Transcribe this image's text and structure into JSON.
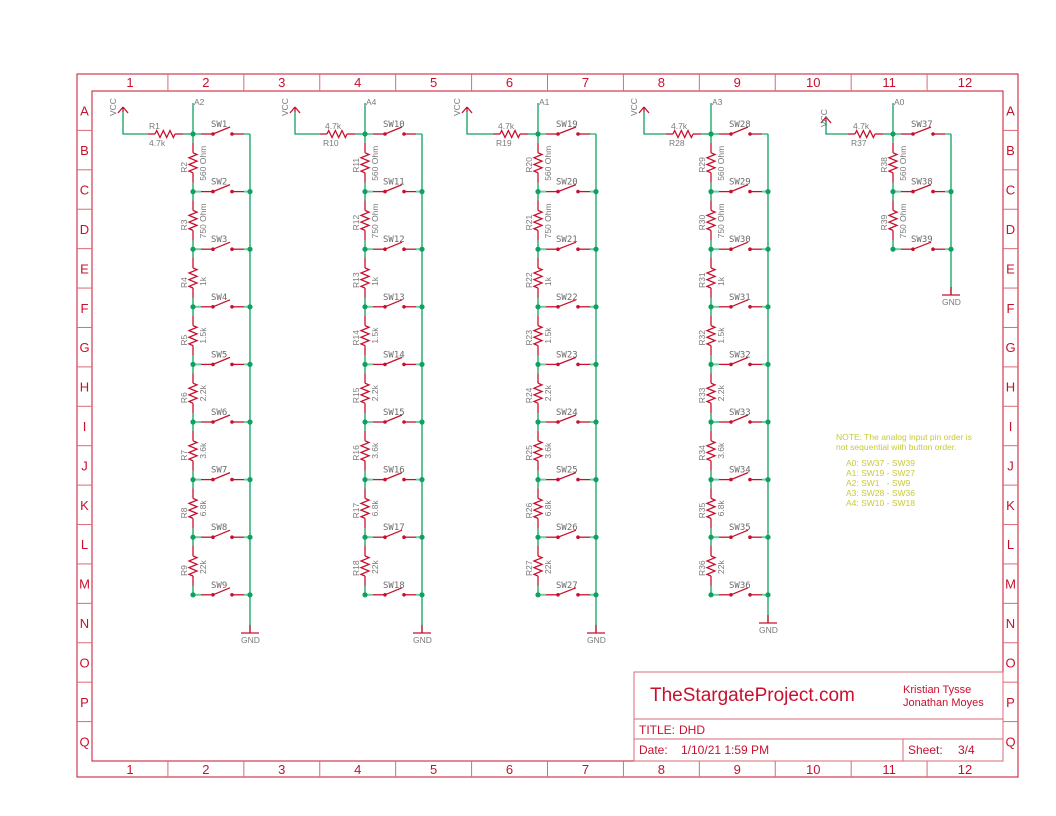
{
  "frame": {
    "columns": [
      "1",
      "2",
      "3",
      "4",
      "5",
      "6",
      "7",
      "8",
      "9",
      "10",
      "11",
      "12"
    ],
    "rows": [
      "A",
      "B",
      "C",
      "D",
      "E",
      "F",
      "G",
      "H",
      "I",
      "J",
      "K",
      "L",
      "M",
      "N",
      "O",
      "P",
      "Q"
    ],
    "color": "#c8102e"
  },
  "colors": {
    "wire": "#10a060",
    "part": "#c8102e",
    "label": "#7a7a7a",
    "note": "#c9c93a"
  },
  "power": {
    "vcc_label": "VCC",
    "gnd_label": "GND"
  },
  "ladders": [
    {
      "pin": "A2",
      "pullup": {
        "name": "R1",
        "value": "4.7k"
      },
      "resistors": [
        {
          "name": "R2",
          "value": "560 Ohm"
        },
        {
          "name": "R3",
          "value": "750 Ohm"
        },
        {
          "name": "R4",
          "value": "1k"
        },
        {
          "name": "R5",
          "value": "1.5k"
        },
        {
          "name": "R6",
          "value": "2.2k"
        },
        {
          "name": "R7",
          "value": "3.6k"
        },
        {
          "name": "R8",
          "value": "6.8k"
        },
        {
          "name": "R9",
          "value": "22k"
        }
      ],
      "switches": [
        "SW1",
        "SW2",
        "SW3",
        "SW4",
        "SW5",
        "SW6",
        "SW7",
        "SW8",
        "SW9"
      ]
    },
    {
      "pin": "A4",
      "pullup": {
        "name": "R10",
        "value": "4.7k"
      },
      "resistors": [
        {
          "name": "R11",
          "value": "560 Ohm"
        },
        {
          "name": "R12",
          "value": "750 Ohm"
        },
        {
          "name": "R13",
          "value": "1k"
        },
        {
          "name": "R14",
          "value": "1.5k"
        },
        {
          "name": "R15",
          "value": "2.2k"
        },
        {
          "name": "R16",
          "value": "3.6k"
        },
        {
          "name": "R17",
          "value": "6.8k"
        },
        {
          "name": "R18",
          "value": "22k"
        }
      ],
      "switches": [
        "SW10",
        "SW11",
        "SW12",
        "SW13",
        "SW14",
        "SW15",
        "SW16",
        "SW17",
        "SW18"
      ]
    },
    {
      "pin": "A1",
      "pullup": {
        "name": "R19",
        "value": "4.7k"
      },
      "resistors": [
        {
          "name": "R20",
          "value": "560 Ohm"
        },
        {
          "name": "R21",
          "value": "750 Ohm"
        },
        {
          "name": "R22",
          "value": "1k"
        },
        {
          "name": "R23",
          "value": "1.5k"
        },
        {
          "name": "R24",
          "value": "2.2k"
        },
        {
          "name": "R25",
          "value": "3.6k"
        },
        {
          "name": "R26",
          "value": "6.8k"
        },
        {
          "name": "R27",
          "value": "22k"
        }
      ],
      "switches": [
        "SW19",
        "SW20",
        "SW21",
        "SW22",
        "SW23",
        "SW24",
        "SW25",
        "SW26",
        "SW27"
      ]
    },
    {
      "pin": "A3",
      "pullup": {
        "name": "R28",
        "value": "4.7k"
      },
      "resistors": [
        {
          "name": "R29",
          "value": "560 Ohm"
        },
        {
          "name": "R30",
          "value": "750 Ohm"
        },
        {
          "name": "R31",
          "value": "1k"
        },
        {
          "name": "R32",
          "value": "1.5k"
        },
        {
          "name": "R33",
          "value": "2.2k"
        },
        {
          "name": "R34",
          "value": "3.6k"
        },
        {
          "name": "R35",
          "value": "6.8k"
        },
        {
          "name": "R36",
          "value": "22k"
        }
      ],
      "switches": [
        "SW28",
        "SW29",
        "SW30",
        "SW31",
        "SW32",
        "SW33",
        "SW34",
        "SW35",
        "SW36"
      ]
    },
    {
      "pin": "A0",
      "pullup": {
        "name": "R37",
        "value": "4.7k"
      },
      "resistors": [
        {
          "name": "R38",
          "value": "560 Ohm"
        },
        {
          "name": "R39",
          "value": "750 Ohm"
        }
      ],
      "switches": [
        "SW37",
        "SW38",
        "SW39"
      ]
    }
  ],
  "note": {
    "lines": [
      "NOTE: The analog input pin order is",
      "not sequential with button order."
    ],
    "mapping": [
      "A0: SW37 - SW39",
      "A1: SW19 - SW27",
      "A2: SW1   - SW9",
      "A3: SW28 - SW36",
      "A4: SW10 - SW18"
    ]
  },
  "title_block": {
    "website": "TheStargateProject.com",
    "authors": [
      "Kristian Tysse",
      "Jonathan Moyes"
    ],
    "title_label": "TITLE:",
    "title_value": "DHD",
    "date_label": "Date:",
    "date_value": "1/10/21 1:59 PM",
    "sheet_label": "Sheet:",
    "sheet_value": "3/4"
  }
}
